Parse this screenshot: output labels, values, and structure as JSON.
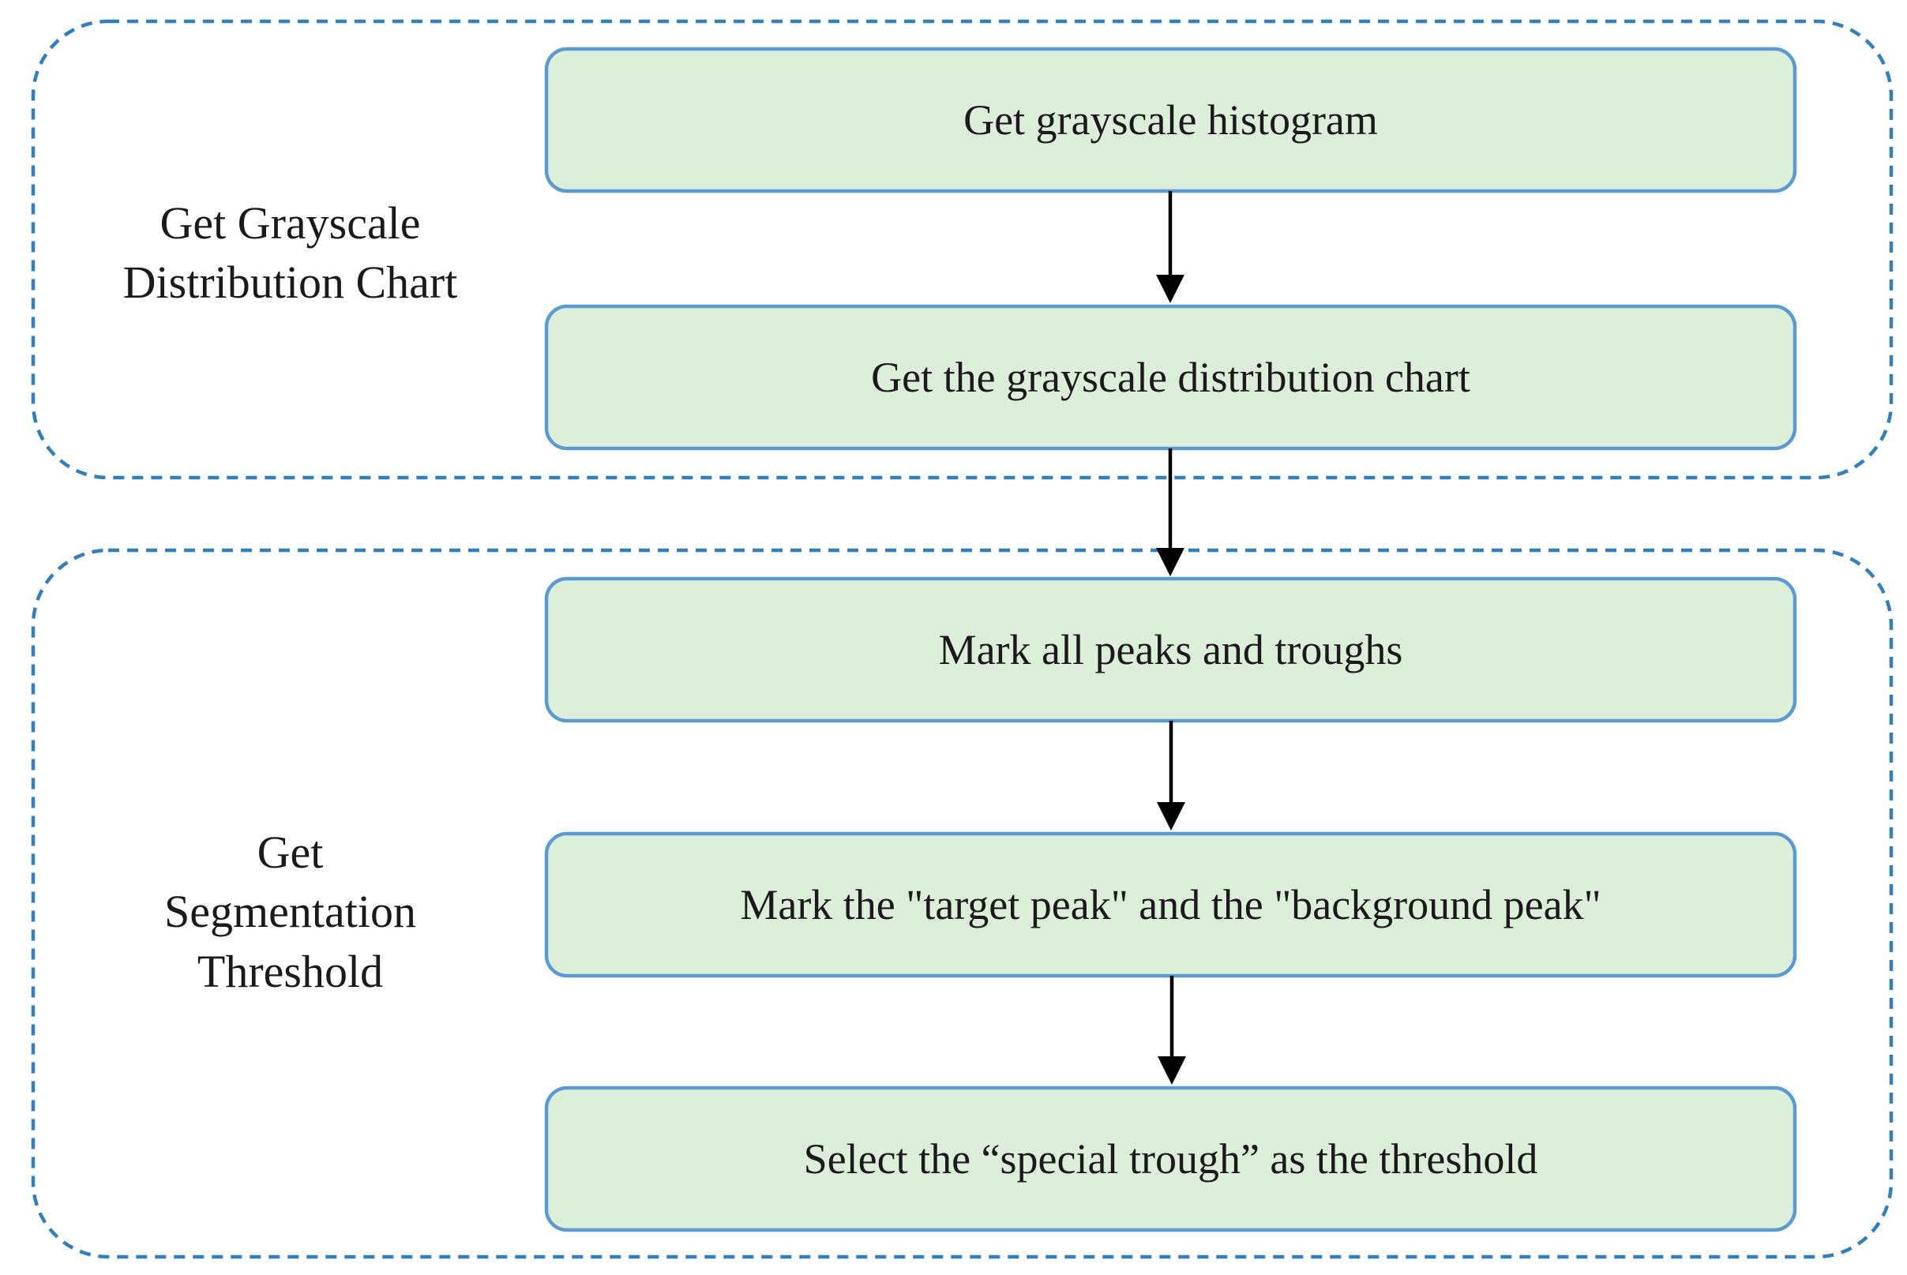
{
  "groups": [
    {
      "label": "Get Grayscale\nDistribution Chart"
    },
    {
      "label": "Get\nSegmentation\nThreshold"
    }
  ],
  "steps": [
    {
      "label": "Get grayscale histogram"
    },
    {
      "label": "Get the grayscale distribution chart"
    },
    {
      "label": "Mark all peaks and troughs"
    },
    {
      "label": "Mark the \"target peak\" and the \"background peak\""
    },
    {
      "label": "Select the “special trough” as the threshold"
    }
  ],
  "colors": {
    "frame_stroke": "#2f7fc1",
    "box_fill": "#dcefd8",
    "box_stroke": "#5b9bd5",
    "arrow": "#000000"
  }
}
